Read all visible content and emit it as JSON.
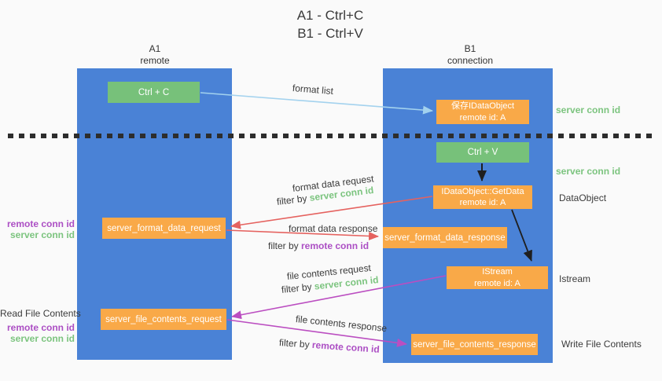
{
  "title": {
    "lines": [
      "A1 - Ctrl+C",
      "B1 - Ctrl+V"
    ]
  },
  "columns": {
    "left": {
      "name": "A1",
      "subtitle": "remote"
    },
    "right": {
      "name": "B1",
      "subtitle": "connection"
    }
  },
  "boxes": {
    "ctrl_c": "Ctrl + C",
    "save_idataobject": {
      "line1": "保存IDataObject",
      "line2": "remote id: A"
    },
    "ctrl_v": "Ctrl + V",
    "getdata": {
      "line1": "IDataObject::GetData",
      "line2": "remote id: A"
    },
    "format_request": "server_format_data_request",
    "format_response": "server_format_data_response",
    "istream": {
      "line1": "IStream",
      "line2": "remote id: A"
    },
    "file_request": "server_file_contents_request",
    "file_response": "server_file_contents_response"
  },
  "arrow_labels": {
    "format_list": "format list",
    "format_data_request": "format data request",
    "filter_server_1": {
      "prefix": "filter by ",
      "id": "server conn id"
    },
    "format_data_response": "format data response",
    "filter_remote_1": {
      "prefix": "filter by ",
      "id": "remote conn id"
    },
    "file_contents_request": "file contents request",
    "filter_server_2": {
      "prefix": "filter by ",
      "id": "server conn id"
    },
    "file_contents_response": "file contents response",
    "filter_remote_2": {
      "prefix": "filter by ",
      "id": "remote conn id"
    }
  },
  "side_labels": {
    "right_server_conn_1": "server conn id",
    "right_server_conn_2": "server conn id",
    "dataobject": "DataObject",
    "istream": "Istream",
    "write_file_contents": "Write File Contents",
    "left_remote_conn_1": "remote conn id",
    "left_server_conn_1": "server conn id",
    "read_file_contents": "Read File Contents",
    "left_remote_conn_2": "remote conn id",
    "left_server_conn_2": "server conn id"
  },
  "colors": {
    "column_blue": "#4a82d6",
    "box_orange": "#f9a948",
    "box_green": "#77c17a",
    "green_text": "#7cc47f",
    "purple_text": "#ac4fc4",
    "arrow_red": "#e5625f",
    "arrow_magenta": "#bb4ec1",
    "arrow_lightblue": "#a3d2ee",
    "arrow_black": "#1f1f1f"
  }
}
